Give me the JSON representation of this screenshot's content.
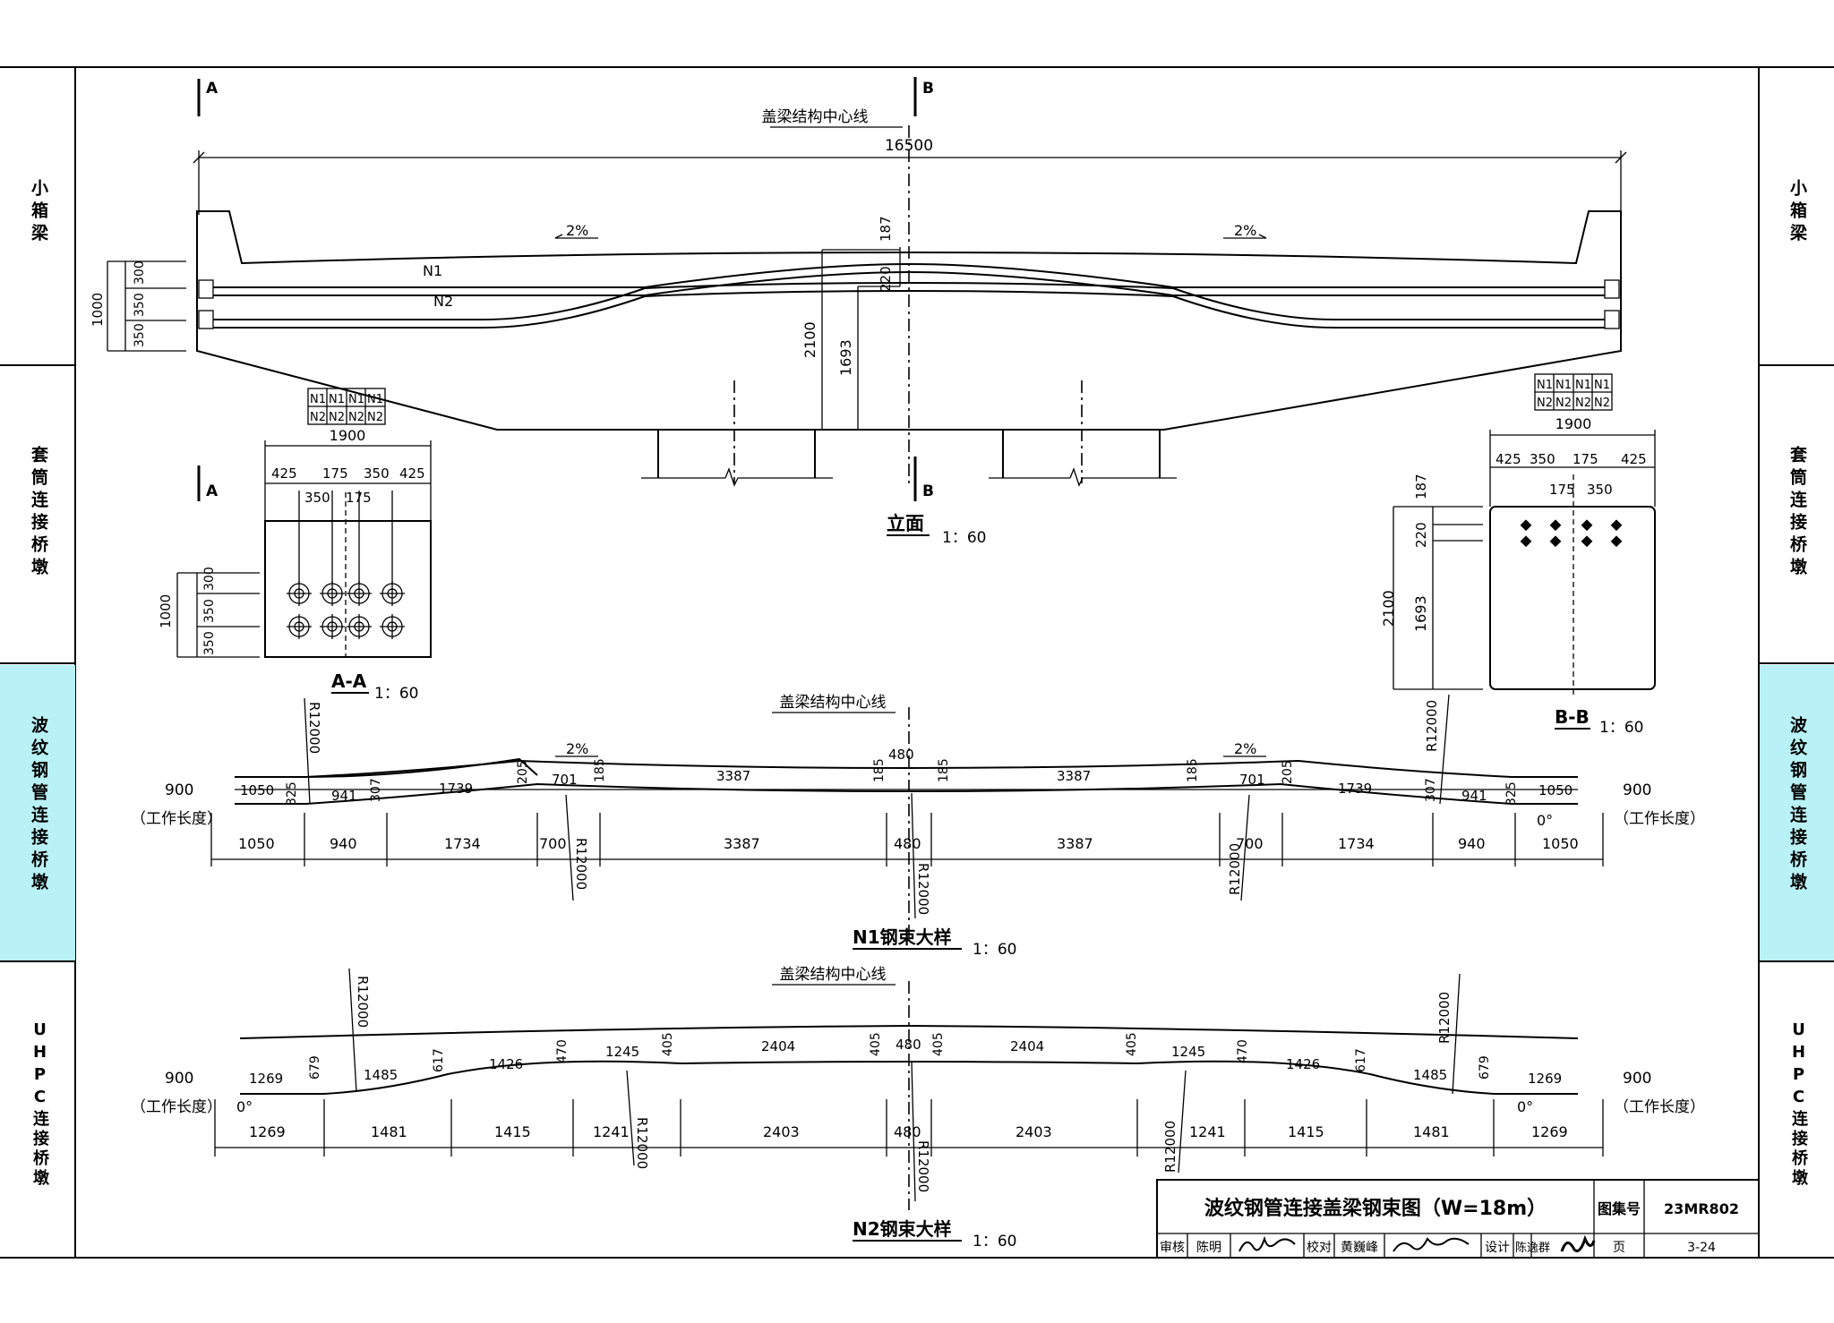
{
  "sidebar": {
    "left": [
      {
        "label": "小箱梁",
        "active": false
      },
      {
        "label": "套筒连接桥墩",
        "active": false
      },
      {
        "label": "波纹钢管连接桥墩",
        "active": true
      },
      {
        "label": "UHPC连接桥墩",
        "active": false
      }
    ],
    "right": [
      {
        "label": "小箱梁",
        "active": false
      },
      {
        "label": "套筒连接桥墩",
        "active": false
      },
      {
        "label": "波纹钢管连接桥墩",
        "active": true
      },
      {
        "label": "UHPC连接桥墩",
        "active": false
      }
    ],
    "active_color": "#b8f2f6"
  },
  "elevation": {
    "section_a_mark": "A",
    "section_b_mark": "B",
    "centerline_label": "盖梁结构中心线",
    "total_length": "16500",
    "slope_left": "2%",
    "slope_right": "2%",
    "n1_label": "N1",
    "n2_label": "N2",
    "dims": {
      "d187": "187",
      "d220": "220",
      "d2100": "2100",
      "d1693": "1693",
      "d1000": "1000",
      "d350a": "350",
      "d350b": "350",
      "d300": "300"
    },
    "title": "立面",
    "scale": "1：60"
  },
  "section_aa": {
    "table": [
      [
        "N1",
        "N1",
        "N1",
        "N1"
      ],
      [
        "N2",
        "N2",
        "N2",
        "N2"
      ]
    ],
    "width": "1900",
    "top_dims": [
      "425",
      "175",
      "350",
      "425"
    ],
    "second_dims": [
      "350",
      "175"
    ],
    "d1000": "1000",
    "d350a": "350",
    "d350b": "350",
    "d300": "300",
    "mark": "A",
    "title": "A-A",
    "scale": "1：60"
  },
  "section_bb": {
    "table": [
      [
        "N1",
        "N1",
        "N1",
        "N1"
      ],
      [
        "N2",
        "N2",
        "N2",
        "N2"
      ]
    ],
    "width": "1900",
    "top_dims": [
      "425",
      "350",
      "175",
      "425"
    ],
    "second_dims": [
      "175",
      "350"
    ],
    "d187": "187",
    "d220": "220",
    "d2100": "2100",
    "d1693": "1693",
    "title": "B-B",
    "scale": "1：60"
  },
  "n1_detail": {
    "centerline_label": "盖梁结构中心线",
    "slope_left": "2%",
    "slope_right": "2%",
    "radius": "R12000",
    "end_length": "900",
    "work_length": "（工作长度）",
    "angle": "0°",
    "upper_left": [
      "1050",
      "941",
      "1739",
      "701",
      "3387"
    ],
    "upper_right": [
      "3387",
      "701",
      "1739",
      "941",
      "1050"
    ],
    "upper_mid": "480",
    "rise_left": [
      "325",
      "307",
      "205",
      "185",
      "185"
    ],
    "rise_right": [
      "185",
      "185",
      "205",
      "307",
      "325"
    ],
    "lower_dims": [
      "1050",
      "940",
      "1734",
      "700",
      "3387",
      "480",
      "3387",
      "700",
      "1734",
      "940",
      "1050"
    ],
    "title": "N1钢束大样",
    "scale": "1：60"
  },
  "n2_detail": {
    "centerline_label": "盖梁结构中心线",
    "radius": "R12000",
    "end_length": "900",
    "work_length": "（工作长度）",
    "angle": "0°",
    "upper_left": [
      "1269",
      "1485",
      "1426",
      "1245",
      "2404"
    ],
    "upper_right": [
      "2404",
      "1245",
      "1426",
      "1485",
      "1269"
    ],
    "upper_mid": "480",
    "rise_left": [
      "679",
      "617",
      "470",
      "405",
      "405"
    ],
    "rise_right": [
      "405",
      "405",
      "470",
      "617",
      "679"
    ],
    "lower_dims": [
      "1269",
      "1481",
      "1415",
      "1241",
      "2403",
      "480",
      "2403",
      "1241",
      "1415",
      "1481",
      "1269"
    ],
    "title": "N2钢束大样",
    "scale": "1：60"
  },
  "title_block": {
    "title": "波纹钢管连接盖梁钢束图（W=18m）",
    "atlas_label": "图集号",
    "atlas_no": "23MR802",
    "review_label": "审核",
    "reviewer": "陈明",
    "check_label": "校对",
    "checker": "黄巍峰",
    "design_label": "设计",
    "designer": "陈逸群",
    "page_label": "页",
    "page_no": "3-24"
  }
}
